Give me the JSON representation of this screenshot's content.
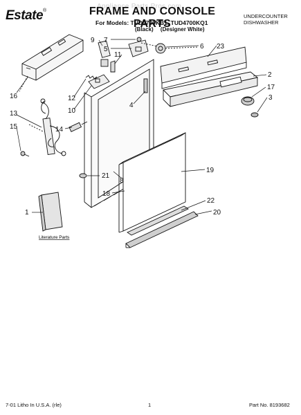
{
  "header": {
    "brand": "Estate",
    "brand_mark": "®",
    "title": "FRAME AND CONSOLE PARTS",
    "models_line": "For Models: TUD4700KB1, TUD4700KQ1",
    "color_black": "(Black)",
    "color_white": "(Designer White)",
    "category_line1": "UNDERCOUNTER",
    "category_line2": "DISHWASHER"
  },
  "watermark": "Appliance Parts Pros.com",
  "diagram": {
    "callouts": [
      "1",
      "2",
      "3",
      "4",
      "5",
      "6",
      "7",
      "8",
      "9",
      "10",
      "11",
      "12",
      "13",
      "14",
      "15",
      "16",
      "17",
      "18",
      "19",
      "20",
      "21",
      "22",
      "23"
    ],
    "literature_label": "Literature Parts"
  },
  "footer": {
    "litho": "7-01 Litho In U.S.A. (rle)",
    "page": "1",
    "part_no": "Part No. 8193682"
  }
}
